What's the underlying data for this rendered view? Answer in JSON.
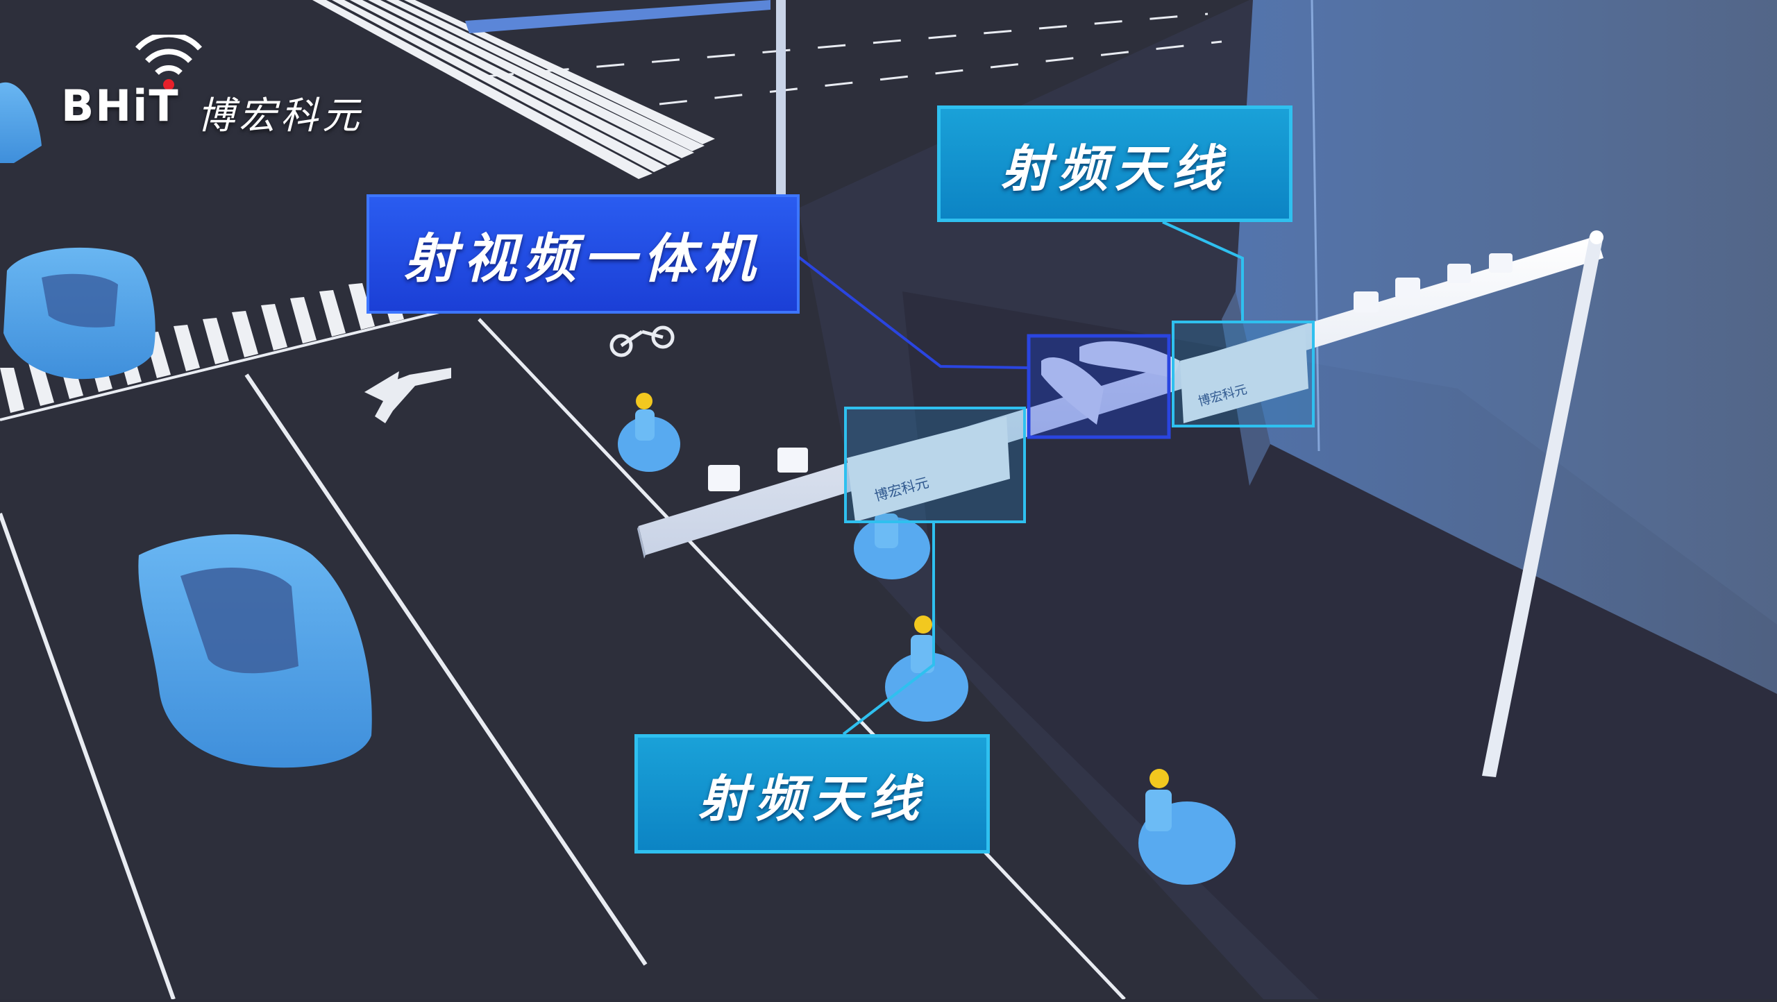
{
  "brand": {
    "logo_latin": "BHiT",
    "logo_cn": "博宏科元"
  },
  "callouts": {
    "integrated_unit": "射视频一体机",
    "rf_antenna_top": "射频天线",
    "rf_antenna_bottom": "射频天线"
  },
  "device_branding": {
    "antenna_left_logo": "博宏科元",
    "antenna_right_logo": "博宏科元"
  },
  "colors": {
    "road": "#2c2e3a",
    "vehicle": "#4aa0e8",
    "integrated_label": "#1b3fd6",
    "antenna_label": "#0c84c4",
    "highlight_cyan": "#2fc0ef",
    "highlight_blue": "#2a45e0"
  }
}
